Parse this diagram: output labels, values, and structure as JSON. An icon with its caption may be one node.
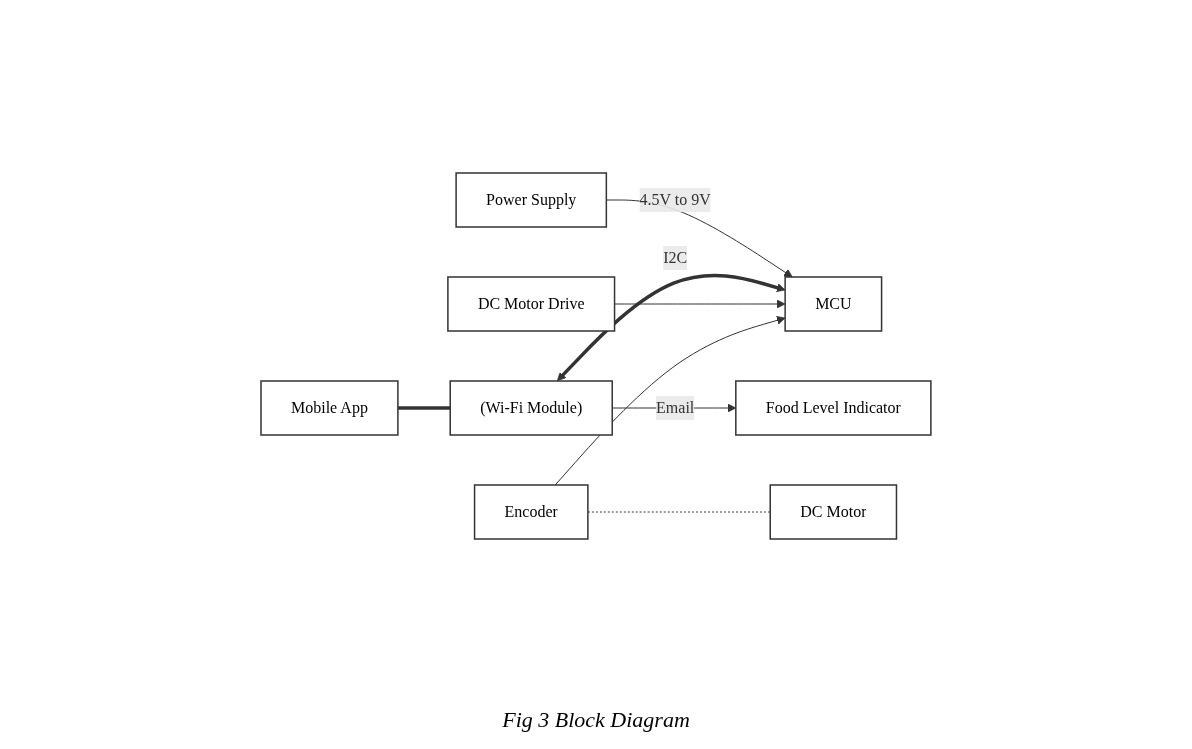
{
  "diagram": {
    "caption": "Fig 3 Block Diagram",
    "nodes": [
      {
        "text": [
          "Power Supply"
        ]
      },
      {
        "text": [
          "Mobile App"
        ]
      },
      {
        "text": [
          "(Wi-Fi Module)"
        ]
      },
      {
        "text": [
          "MCU"
        ]
      },
      {
        "text": [
          "DC Motor Drive"
        ]
      },
      {
        "text": [
          "DC Motor"
        ]
      },
      {
        "text": [
          "Food Level Indicator"
        ]
      },
      {
        "text": [
          "Encoder"
        ]
      }
    ],
    "edges": [
      {
        "from": 0,
        "to": 3,
        "arrow": "to",
        "label": "4.5V to 9V"
      },
      {
        "from": 1,
        "to": 2,
        "arrow": "none",
        "style": "thick"
      },
      {
        "from": 2,
        "to": 3,
        "arrow": "both",
        "style": "thick",
        "label": "I2C"
      },
      {
        "from": 4,
        "to": 3,
        "arrow": "to"
      },
      {
        "from": 2,
        "to": 6,
        "arrow": "to",
        "label": "Email"
      },
      {
        "from": 7,
        "to": 3,
        "arrow": "to"
      },
      {
        "from": 7,
        "to": 5,
        "arrow": "none",
        "style": "dashed"
      }
    ]
  }
}
